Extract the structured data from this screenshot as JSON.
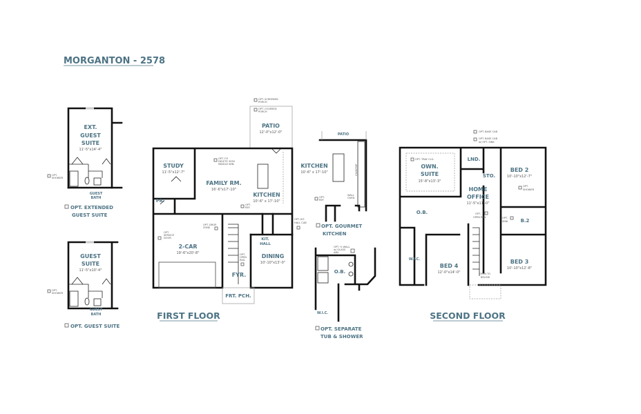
{
  "title": "MORGANTON - 2578",
  "guest_options": {
    "extended": {
      "room": [
        "EXT.",
        "GUEST",
        "SUITE"
      ],
      "dims": "11'-5\"x14'-4\"",
      "shower": [
        "OPT.",
        "SHOWER"
      ],
      "bath": [
        "GUEST",
        "BATH"
      ],
      "label": [
        "OPT. EXTENDED",
        "GUEST SUITE"
      ]
    },
    "standard": {
      "room": [
        "GUEST",
        "SUITE"
      ],
      "dims": "11'-5\"x10'-4\"",
      "shower": [
        "OPT.",
        "SHOWER"
      ],
      "bath": [
        "GUEST",
        "BATH"
      ],
      "label": [
        "OPT. GUEST SUITE"
      ]
    }
  },
  "first_floor": {
    "label": "FIRST FLOOR",
    "rooms": {
      "patio": {
        "name": "PATIO",
        "dims": "12'-0\"x12'-0\""
      },
      "study": {
        "name": "STUDY",
        "dims": "11'-5\"x12'-7\""
      },
      "family": {
        "name": "FAMILY RM.",
        "dims": "16'-6\"x17'-10\""
      },
      "kitchen": {
        "name": "KITCHEN",
        "dims": "10'-6\" x 17'-10\""
      },
      "powder": {
        "name": "PR."
      },
      "garage": {
        "name": "2-CAR",
        "dims": "19'-6\"x20'-8\""
      },
      "kit_hall": {
        "name": [
          "KIT.",
          "HALL"
        ]
      },
      "dining": {
        "name": "DINING",
        "dims": "10'-10\"x13'-0\""
      },
      "foyer": {
        "name": "FYR."
      },
      "porch": {
        "name": "FRT. PCH."
      }
    },
    "options": {
      "screened": [
        "OPT. SCREENED",
        "PORCH"
      ],
      "covered": [
        "OPT. COVERED",
        "PORCH"
      ],
      "fp": [
        "OPT. F.P.",
        "DELETE 3050",
        "MIDDLE WIN."
      ],
      "ref": [
        "OPT.",
        "REF"
      ],
      "drop": [
        "OPT. DROP",
        "ZONE"
      ],
      "service": [
        "OPT.",
        "SERVICE",
        "DOOR"
      ],
      "rail": [
        "OPT.",
        "OPEN",
        "RAIL"
      ],
      "hallcab": [
        "OPT. KIT.",
        "HALL CAB"
      ]
    }
  },
  "gourmet": {
    "patio": "PATIO",
    "room": "KITCHEN",
    "dims": "10'-6\" x 17'-10\"",
    "cooktop": "COOKTOP",
    "ref": [
      "OPT.",
      "REF"
    ],
    "oven": [
      "WALL",
      "OVEN"
    ],
    "label": [
      "OPT. GOURMET",
      "KITCHEN"
    ]
  },
  "separate": {
    "wall": [
      "OPT. ½ WALL",
      "w/ GLASS",
      "ABV."
    ],
    "ob": "O.B.",
    "wic": "W.I.C.",
    "label": [
      "OPT. SEPARATE",
      "TUB & SHOWER"
    ]
  },
  "second_floor": {
    "label": "SECOND FLOOR",
    "rooms": {
      "owner": {
        "name": [
          "OWN.",
          "SUITE"
        ],
        "dims": "15'-8\"x13'-3\""
      },
      "lnd": {
        "name": "LND."
      },
      "sto": {
        "name": "STO."
      },
      "bed2": {
        "name": "BED 2",
        "dims": "10'-10\"x12'-7\""
      },
      "office": {
        "name": [
          "HOME",
          "OFFICE"
        ],
        "dims": "11'-5\"x11'-0\""
      },
      "ob": {
        "name": "O.B."
      },
      "b2": {
        "name": "B.2"
      },
      "wic": {
        "name": "W.I.C."
      },
      "bed4": {
        "name": "BED 4",
        "dims": "12'-0\"x14'-0\""
      },
      "bed3": {
        "name": "BED 3",
        "dims": "10'-10\"x12'-8\""
      }
    },
    "options": {
      "basecab": "OPT. BASE CAB",
      "basecab_sink": [
        "OPT. BASE CAB",
        "w/ OPT. SINK"
      ],
      "tray": "OPT. TRAY CLG.",
      "shower": [
        "OPT.",
        "SHOWER"
      ],
      "rail": [
        "OPT.",
        "OPEN RAIL"
      ],
      "sink": [
        "OPT.",
        "SINK"
      ],
      "open_below": [
        "OPEN TO",
        "BELOW"
      ]
    }
  },
  "colors": {
    "label": "#4d7384",
    "walls": "#111111"
  }
}
